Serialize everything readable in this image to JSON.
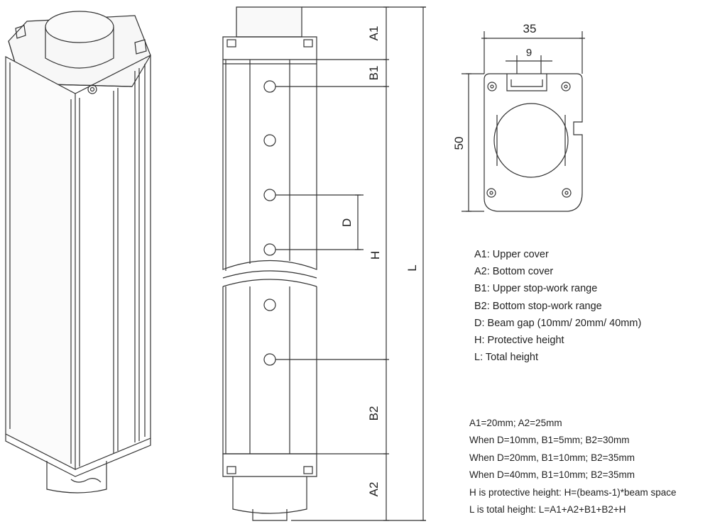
{
  "dimensions": {
    "a1": "A1",
    "b1": "B1",
    "d": "D",
    "h": "H",
    "l": "L",
    "b2": "B2",
    "a2": "A2",
    "width": "35",
    "slot": "9",
    "depth": "50"
  },
  "legend": [
    "A1: Upper cover",
    "A2: Bottom cover",
    "B1: Upper stop-work range",
    "B2: Bottom stop-work range",
    "D: Beam gap (10mm/ 20mm/ 40mm)",
    "H: Protective height",
    "L:  Total height"
  ],
  "formulas": [
    "A1=20mm; A2=25mm",
    "When D=10mm, B1=5mm; B2=30mm",
    "When D=20mm, B1=10mm; B2=35mm",
    "When D=40mm, B1=10mm; B2=35mm",
    "H is protective height:  H=(beams-1)*beam space",
    "L is total height: L=A1+A2+B1+B2+H"
  ]
}
